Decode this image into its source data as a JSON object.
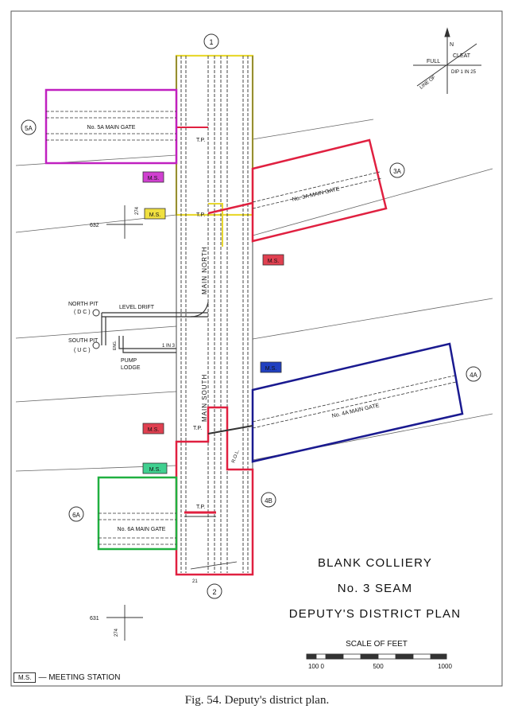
{
  "title": {
    "line1": "BLANK COLLIERY",
    "line2": "No. 3 SEAM",
    "line3": "DEPUTY'S DISTRICT PLAN"
  },
  "scale": {
    "label": "SCALE OF FEET",
    "ticks": [
      "100 0",
      "500",
      "1000"
    ]
  },
  "legend": {
    "box": "M.S.",
    "text": "— MEETING STATION"
  },
  "caption": "Fig. 54.  Deputy's district plan.",
  "north": {
    "n": "N",
    "full": "FULL",
    "cleat": "CLEAT",
    "dip": "DIP 1 IN 25",
    "line_of": "LINE OF"
  },
  "districts": {
    "d1": "1",
    "d2": "2",
    "d3a": "3A",
    "d4a": "4A",
    "d4b": "4B",
    "d5a": "5A",
    "d6a": "6A"
  },
  "gates": {
    "g5a": "No. 5A MAIN GATE",
    "g3a": "No. 3A MAIN GATE",
    "g4a": "No. 4A MAIN GATE",
    "g6a": "No. 6A MAIN GATE"
  },
  "roads": {
    "main_north": "MAIN NORTH",
    "main_south": "MAIN SOUTH",
    "level_drift": "LEVEL DRIFT",
    "north_pit": "NORTH PIT",
    "north_pit_dc": "( D C )",
    "south_pit": "SOUTH PIT",
    "south_pit_uc": "( U C )",
    "pump": "PUMP",
    "lodge": "LODGE",
    "fault": "1 IN 3",
    "eng": "ENG.",
    "rol": "R.O.L."
  },
  "tp": "T.P.",
  "ms": "M.S.",
  "grid": {
    "g274a": "274",
    "g632": "632",
    "g631": "631",
    "g274b": "274",
    "r21": "21"
  },
  "colors": {
    "yellow": "#e8d830",
    "magenta": "#c020c0",
    "red": "#e02040",
    "blue": "#1a1a90",
    "green": "#20b040",
    "ms_magenta": "#d040d0",
    "ms_yellow": "#f0e040",
    "ms_red": "#e04050",
    "ms_blue": "#2040c0",
    "ms_green": "#40d090",
    "ms_pink": "#f06070"
  }
}
